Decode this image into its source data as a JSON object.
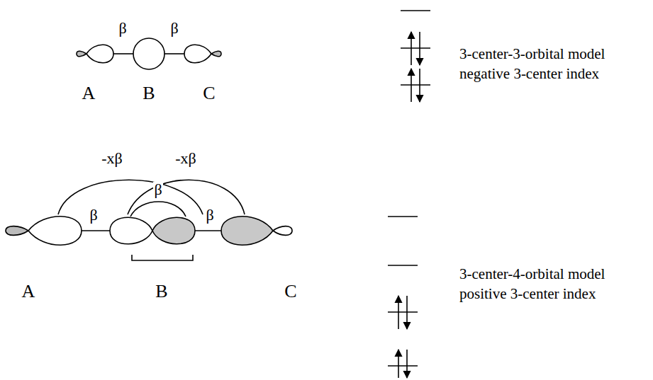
{
  "diagram": {
    "labels": [
      "β",
      "β",
      "A",
      "B",
      "C",
      "3-center-3-orbital model",
      "negative 3-center index",
      "-xβ",
      "-xβ",
      "β",
      "β",
      "β",
      "A",
      "B",
      "C",
      "3-center-4-orbital model",
      "positive 3-center index"
    ]
  }
}
